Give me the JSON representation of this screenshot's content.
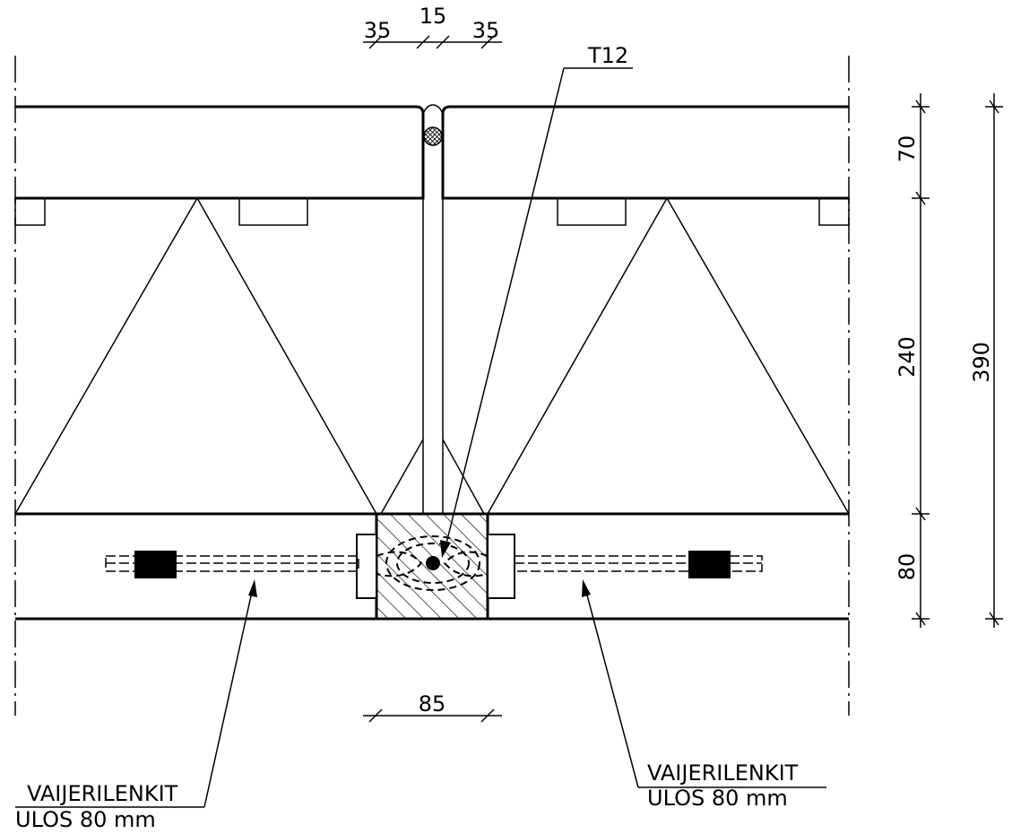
{
  "colors": {
    "line": "#000000",
    "background": "#ffffff"
  },
  "labels": {
    "rebar": "T12",
    "loops_left_line1": "VAIJERILENKIT",
    "loops_left_line2": "ULOS 80 mm",
    "loops_right_line1": "VAIJERILENKIT",
    "loops_right_line2": "ULOS 80 mm"
  },
  "dimensions": {
    "top_left": "35",
    "top_middle": "15",
    "top_right": "35",
    "bottom_joint": "85",
    "right_top": "70",
    "right_middle": "240",
    "right_bottom": "80",
    "right_total": "390"
  }
}
